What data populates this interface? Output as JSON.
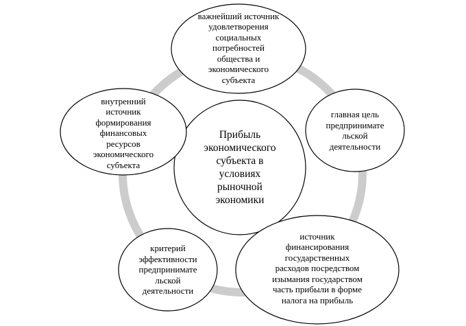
{
  "colors": {
    "ring": "#cccccc",
    "outline": "#000000",
    "fill": "#ffffff",
    "text": "#000000"
  },
  "center": {
    "lines": [
      "Прибыль",
      "экономического",
      "субъекта в",
      "условиях",
      "рыночной",
      "экономики"
    ]
  },
  "nodes": [
    {
      "id": "top",
      "lines": [
        "важнейший источник",
        "удовлетворения",
        "социальных",
        "потребностей",
        "общества и",
        "экономического",
        "субъекта"
      ]
    },
    {
      "id": "right",
      "lines": [
        "главная цель",
        "предпринимате",
        "льской",
        "деятельности"
      ]
    },
    {
      "id": "bottom-right",
      "lines": [
        "источник",
        "финансирования",
        "государственных",
        "расходов посредством",
        "изымания государством",
        "часть прибыли  в форме",
        "налога на прибыль"
      ]
    },
    {
      "id": "bottom-left",
      "lines": [
        "критерий",
        "эффективности",
        "предпринимате",
        "льской",
        "деятельности"
      ]
    },
    {
      "id": "left",
      "lines": [
        "внутренний",
        "источник",
        "формирования",
        "финансовых",
        "ресурсов",
        "экономического",
        "субъекта"
      ]
    }
  ]
}
